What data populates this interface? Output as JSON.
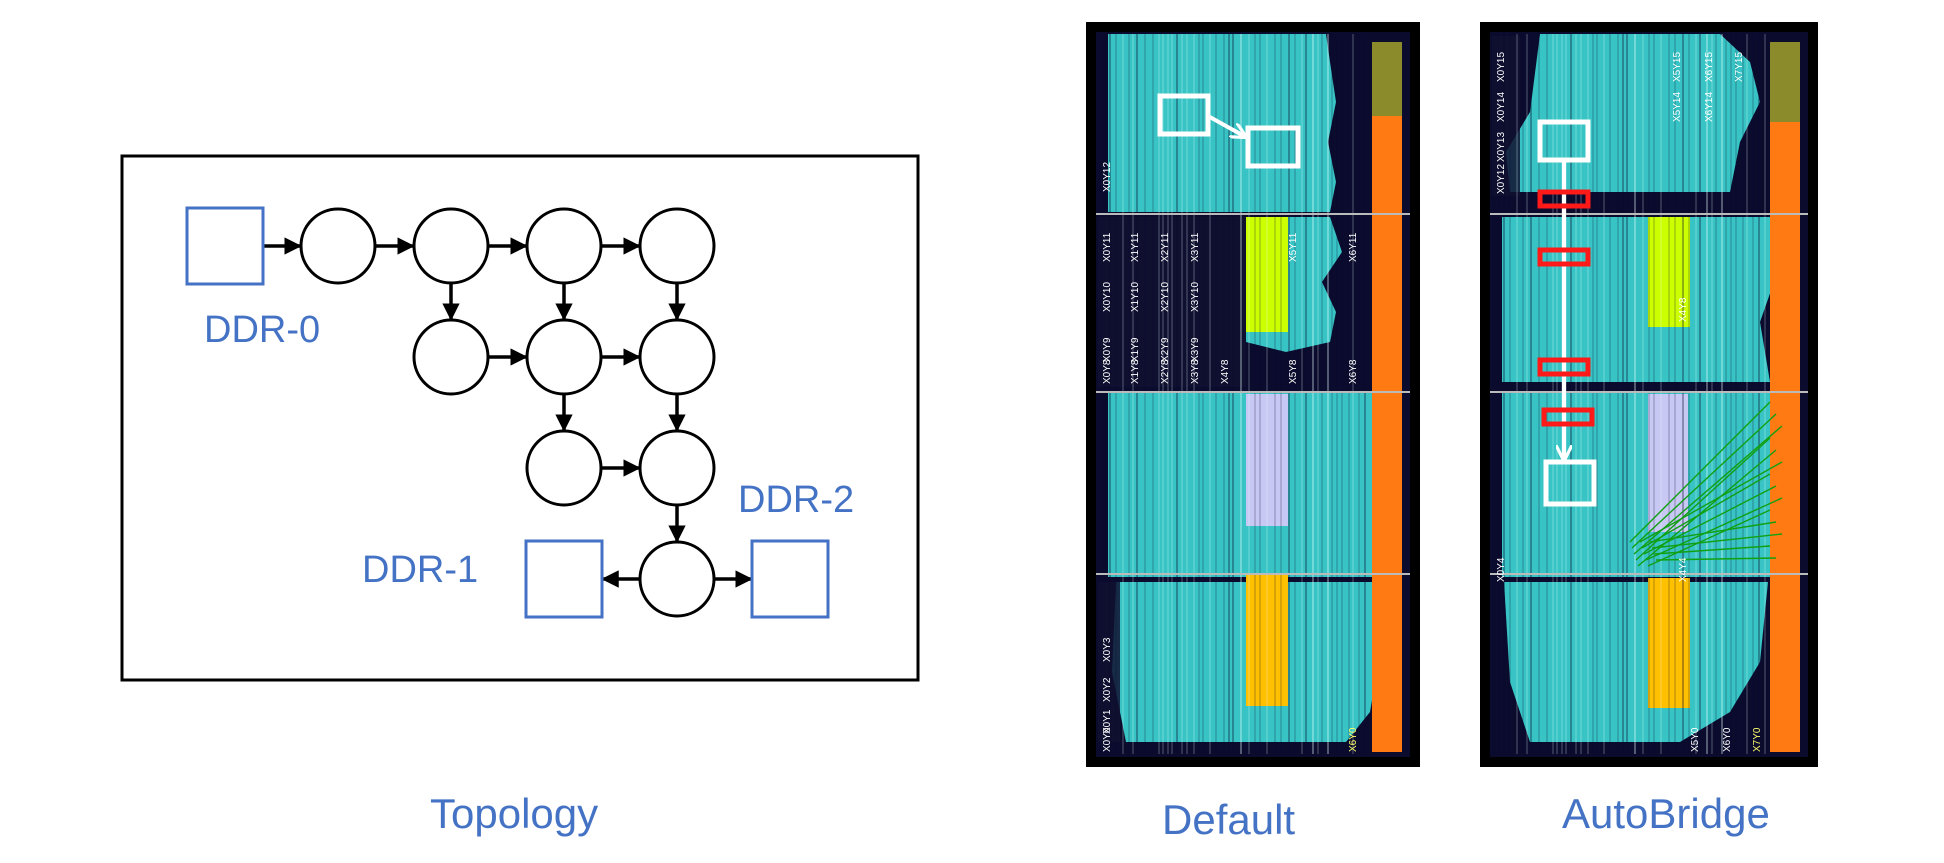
{
  "colors": {
    "accent_blue": "#4472c4",
    "node_stroke": "#000000",
    "chip_background": "#0b0b2e",
    "logic_cyan": "#38c4c4",
    "shell_orange": "#ff7a12",
    "hbm_olive": "#8b8b2c",
    "region_lime": "#ccff00",
    "region_lavender": "#c8c8f4",
    "region_yellow": "#ffc000",
    "crossing_red": "#ff1a1a",
    "route_green": "#11a011",
    "marker_white": "#ffffff"
  },
  "captions": {
    "topology": "Topology",
    "default": "Default",
    "autobridge": "AutoBridge"
  },
  "topology": {
    "ddr_labels": [
      "DDR-0",
      "DDR-1",
      "DDR-2"
    ],
    "nodes": [
      {
        "id": "n1",
        "col": 1,
        "row": 0
      },
      {
        "id": "n2",
        "col": 2,
        "row": 0
      },
      {
        "id": "n3",
        "col": 3,
        "row": 0
      },
      {
        "id": "n4",
        "col": 4,
        "row": 0
      },
      {
        "id": "n5",
        "col": 2,
        "row": 1
      },
      {
        "id": "n6",
        "col": 3,
        "row": 1
      },
      {
        "id": "n7",
        "col": 4,
        "row": 1
      },
      {
        "id": "n8",
        "col": 3,
        "row": 2
      },
      {
        "id": "n9",
        "col": 4,
        "row": 2
      },
      {
        "id": "n10",
        "col": 4,
        "row": 3
      }
    ],
    "ports": [
      {
        "id": "ddr0",
        "label": "DDR-0",
        "col": 0,
        "row": 0
      },
      {
        "id": "ddr1",
        "label": "DDR-1",
        "col": 3,
        "row": 3
      },
      {
        "id": "ddr2",
        "label": "DDR-2",
        "col": 5,
        "row": 3
      }
    ],
    "edges": [
      [
        "ddr0",
        "n1"
      ],
      [
        "n1",
        "n2"
      ],
      [
        "n2",
        "n3"
      ],
      [
        "n3",
        "n4"
      ],
      [
        "n2",
        "n5"
      ],
      [
        "n3",
        "n6"
      ],
      [
        "n4",
        "n7"
      ],
      [
        "n5",
        "n6"
      ],
      [
        "n6",
        "n7"
      ],
      [
        "n6",
        "n8"
      ],
      [
        "n7",
        "n9"
      ],
      [
        "n8",
        "n9"
      ],
      [
        "n9",
        "n10"
      ],
      [
        "n10",
        "ddr1"
      ],
      [
        "n10",
        "ddr2"
      ]
    ]
  },
  "floorplans": {
    "default": {
      "region_labels": [
        "X0Y12",
        "X0Y11",
        "X0Y10",
        "X0Y9",
        "X0Y8",
        "X1Y11",
        "X1Y10",
        "X1Y9",
        "X1Y8",
        "X2Y11",
        "X2Y10",
        "X2Y9",
        "X2Y8",
        "X3Y11",
        "X3Y10",
        "X3Y9",
        "X3Y8",
        "X4Y8",
        "X5Y11",
        "X5Y8",
        "X6Y11",
        "X6Y8",
        "X0Y3",
        "X0Y2",
        "X0Y1",
        "X0Y0",
        "X6Y0"
      ],
      "crossing_count": 0
    },
    "autobridge": {
      "region_labels": [
        "X0Y15",
        "X0Y14",
        "X0Y13",
        "X0Y12",
        "X5Y15",
        "X5Y14",
        "X6Y15",
        "X6Y14",
        "X7Y15",
        "X4Y8",
        "X0Y4",
        "X4Y4",
        "X5Y0",
        "X6Y0",
        "X7Y0"
      ],
      "crossing_count": 4
    }
  }
}
